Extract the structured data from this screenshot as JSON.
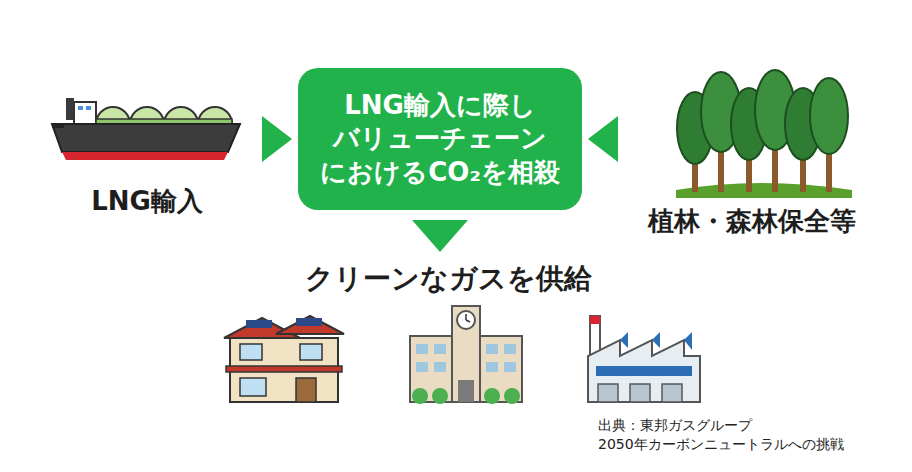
{
  "diagram": {
    "caption": "出典：東邦ガスグループ 2050年カーボンニュートラルへの挑戦",
    "nodes": [
      {
        "text": [
          "LNG輸入"
        ]
      },
      {
        "text": [
          "LNG輸入に際し バリューチェーン におけるCO₂を相殺"
        ]
      },
      {
        "text": [
          "植林・森林保全等"
        ]
      },
      {
        "text": [
          "クリーンなガスを供給"
        ]
      }
    ],
    "edges": [
      {
        "from": 0,
        "to": 1,
        "arrow": "to"
      },
      {
        "from": 2,
        "to": 1,
        "arrow": "to"
      },
      {
        "from": 1,
        "to": 3,
        "arrow": "to"
      }
    ]
  }
}
